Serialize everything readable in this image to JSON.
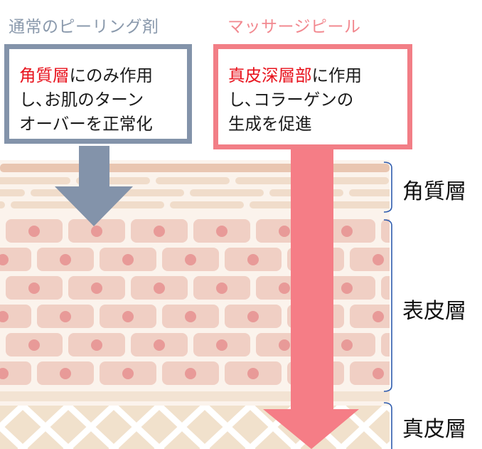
{
  "left_method": {
    "title": "通常のピーリング剤",
    "highlight": "角質層",
    "line1_rest": "にのみ作用",
    "line2": "し､お肌のターン",
    "line3": "オーバーを正常化",
    "color": "#8393aa"
  },
  "right_method": {
    "title": "マッサージピール",
    "highlight": "真皮深層部",
    "line1_rest": "に作用",
    "line2": "し､コラーゲンの",
    "line3": "生成を促進",
    "color": "#f27e86"
  },
  "layers": [
    {
      "label": "角質層"
    },
    {
      "label": "表皮層"
    },
    {
      "label": "真皮層"
    }
  ],
  "colors": {
    "highlight_text": "#e8121c",
    "cell_fill": "#f0cfc4",
    "cell_nucleus": "#e89a98",
    "dermis_fill": "#f1e1cc"
  }
}
